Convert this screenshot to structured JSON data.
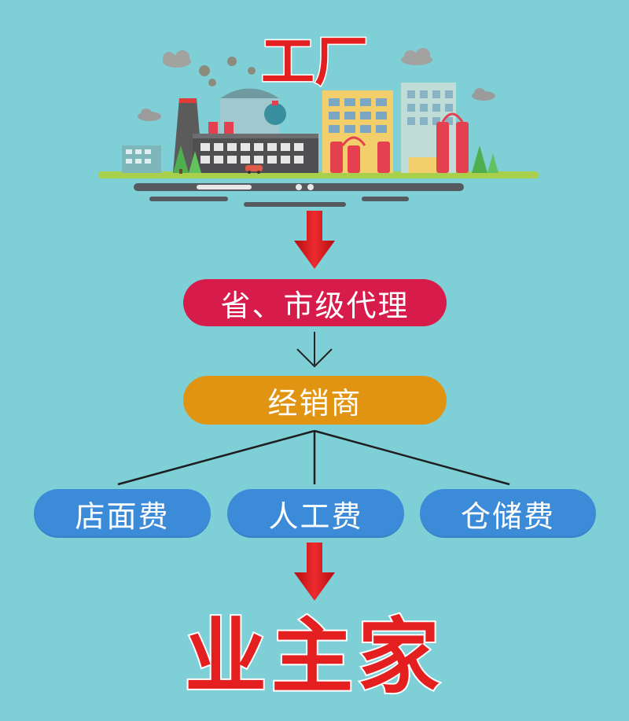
{
  "factory": {
    "title": "工厂"
  },
  "flow": {
    "agent_label": "省、市级代理",
    "dealer_label": "经销商",
    "costs": [
      {
        "label": "店面费"
      },
      {
        "label": "人工费"
      },
      {
        "label": "仓储费"
      }
    ],
    "final_label": "业主家"
  },
  "colors": {
    "background": "#7fcfd7",
    "title_red": "#e41f1f",
    "agent_pill": "#d71c4c",
    "dealer_pill": "#e09412",
    "cost_pill": "#3c8bd9",
    "arrow_red": "#d9131b"
  }
}
